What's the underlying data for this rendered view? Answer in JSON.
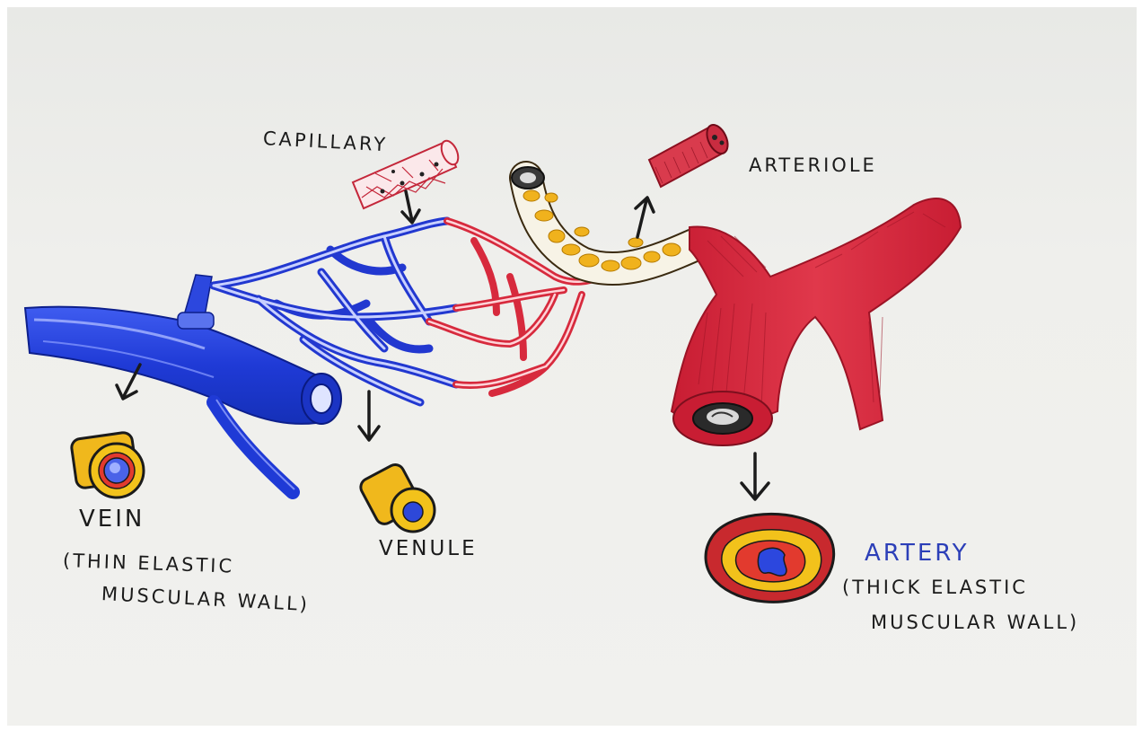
{
  "labels": {
    "capillary": "CAPILLARY",
    "arteriole": "ARTERIOLE",
    "vein": "VEIN",
    "vein_note_line1": "(THIN ELASTIC",
    "vein_note_line2": "MUSCULAR WALL)",
    "venule": "VENULE",
    "artery": "ARTERY",
    "artery_note_line1": "(THICK ELASTIC",
    "artery_note_line2": "MUSCULAR WALL)"
  },
  "colors": {
    "paper": "#efefec",
    "vein_blue": "#1f3ad6",
    "artery_red": "#d8263b",
    "wall_yellow": "#f2c21b",
    "ink": "#1b1b1b",
    "artery_label_blue": "#2c3fb8"
  }
}
